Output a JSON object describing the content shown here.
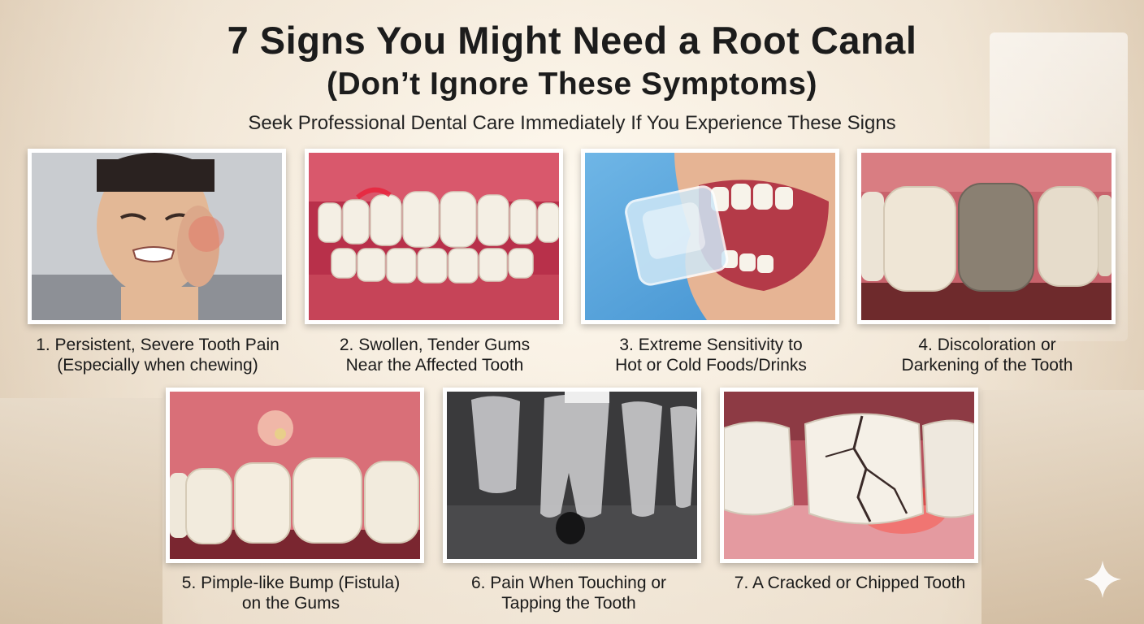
{
  "header": {
    "title_line1": "7 Signs You Might Need a Root Canal",
    "title_line2": "(Don’t Ignore These Symptoms)",
    "subtitle": "Seek Professional Dental Care Immediately If You Experience These Signs"
  },
  "signs": [
    {
      "line1": "1. Persistent, Severe Tooth Pain",
      "line2": "(Especially when chewing)"
    },
    {
      "line1": "2. Swollen, Tender Gums",
      "line2": "Near the Affected Tooth"
    },
    {
      "line1": "3. Extreme Sensitivity to",
      "line2": "Hot or Cold Foods/Drinks"
    },
    {
      "line1": "4. Discoloration or",
      "line2": "Darkening of the Tooth"
    },
    {
      "line1": "5. Pimple-like Bump (Fistula)",
      "line2": "on the Gums"
    },
    {
      "line1": "6. Pain When Touching or",
      "line2": "Tapping the Tooth"
    },
    {
      "line1": "7. A Cracked or Chipped Tooth",
      "line2": ""
    }
  ],
  "colors": {
    "title": "#1c1c1c",
    "gum": "#c9475a",
    "tooth": "#f4efe4",
    "frame": "#ffffff"
  },
  "icons": {
    "watermark": "sparkle-icon"
  }
}
